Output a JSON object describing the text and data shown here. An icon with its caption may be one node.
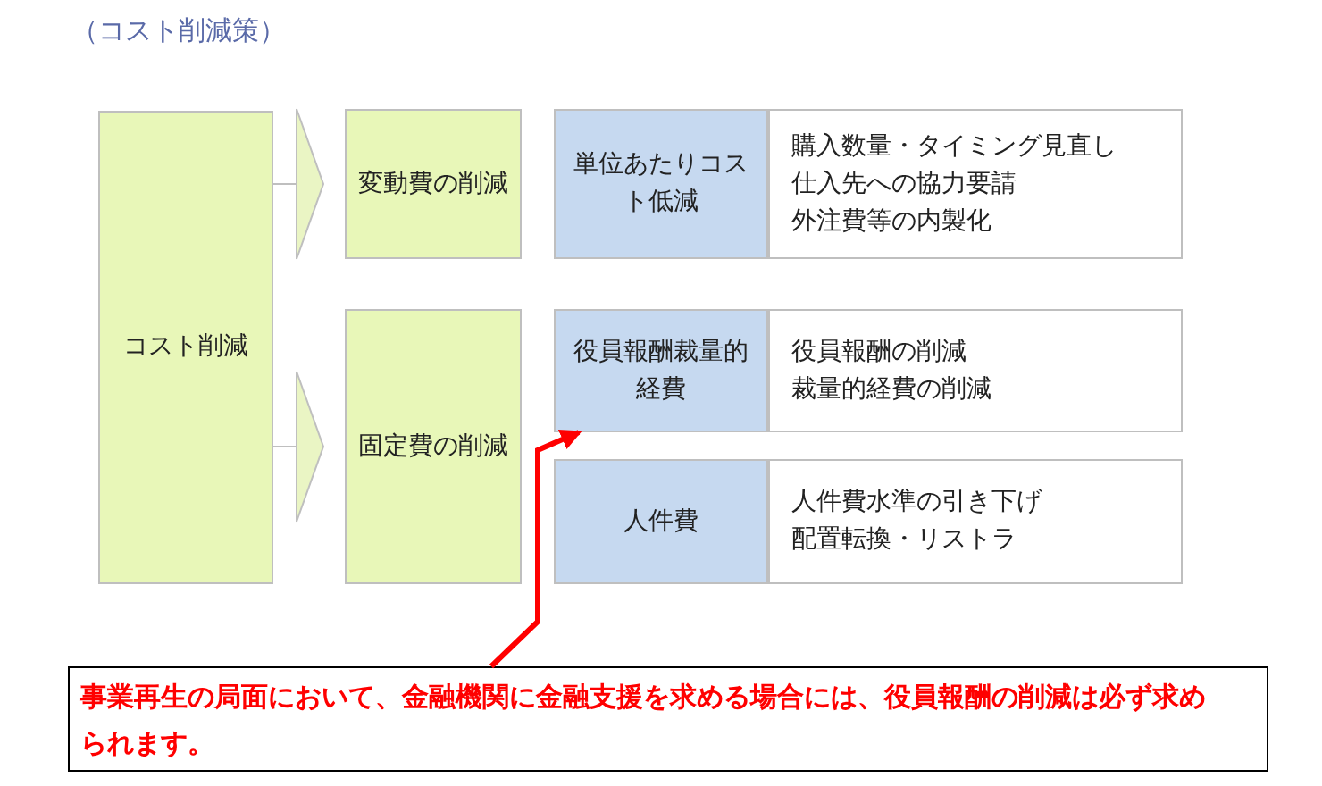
{
  "diagram": {
    "title": "（コスト削減策）",
    "nodes": [
      {
        "text": [
          "コスト削減"
        ]
      },
      {
        "text": [
          "変動費の削減"
        ]
      },
      {
        "text": [
          "固定費の削減"
        ]
      },
      {
        "text": [
          "単位あたりコスト低減"
        ]
      },
      {
        "text": [
          "購入数量・タイミング見直し",
          "仕入先への協力要請",
          "外注費等の内製化"
        ]
      },
      {
        "text": [
          "役員報酬裁量的経費"
        ]
      },
      {
        "text": [
          "役員報酬の削減",
          "裁量的経費の削減"
        ]
      },
      {
        "text": [
          "人件費"
        ]
      },
      {
        "text": [
          "人件費水準の引き下げ",
          "配置転換・リストラ"
        ]
      },
      {
        "text": [
          "事業再生の局面において、金融機関に金融支援を求める場合には、役員報酬の削減は必ず求められます。"
        ]
      }
    ],
    "edges": [
      {
        "from": 0,
        "to": 1,
        "arrow": "to"
      },
      {
        "from": 0,
        "to": 2,
        "arrow": "to"
      },
      {
        "from": 9,
        "to": 5,
        "arrow": "to",
        "style": "thick",
        "color": "#ff0000"
      }
    ]
  }
}
